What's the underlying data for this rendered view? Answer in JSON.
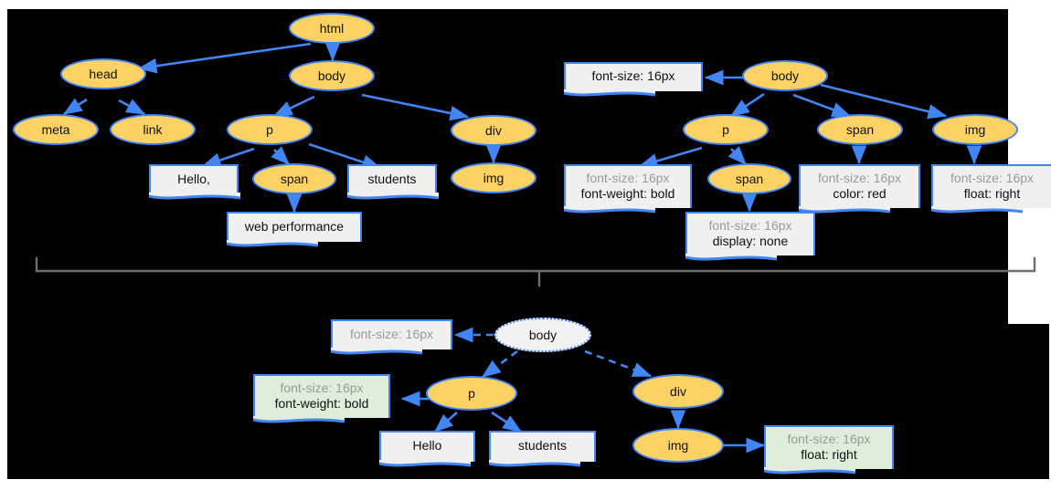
{
  "diagram": {
    "title_hidden": "",
    "colors": {
      "node_fill": "#FCD265",
      "node_stroke": "#4285F4",
      "box_fill": "#F0F0F0",
      "box_fill_green": "#DFEDDB",
      "inherited_text": "#9A9A9A",
      "own_text": "#111111",
      "canvas": "#000000",
      "brace": "#6E6E6E"
    },
    "trees": {
      "dom_tree": {
        "name": "dom-tree",
        "nodes": [
          {
            "id": "html",
            "label": "html",
            "type": "element"
          },
          {
            "id": "head",
            "label": "head",
            "type": "element"
          },
          {
            "id": "body",
            "label": "body",
            "type": "element"
          },
          {
            "id": "meta",
            "label": "meta",
            "type": "element"
          },
          {
            "id": "link",
            "label": "link",
            "type": "element"
          },
          {
            "id": "p",
            "label": "p",
            "type": "element"
          },
          {
            "id": "div",
            "label": "div",
            "type": "element"
          },
          {
            "id": "hello",
            "label": "Hello,",
            "type": "text"
          },
          {
            "id": "span",
            "label": "span",
            "type": "element"
          },
          {
            "id": "students",
            "label": "students",
            "type": "text"
          },
          {
            "id": "img",
            "label": "img",
            "type": "element"
          },
          {
            "id": "webperf",
            "label": "web performance",
            "type": "text"
          }
        ]
      },
      "cssom_tree": {
        "name": "cssom-tree",
        "nodes": [
          {
            "id": "body",
            "label": "body",
            "type": "element"
          },
          {
            "id": "p",
            "label": "p",
            "type": "element"
          },
          {
            "id": "span1",
            "label": "span",
            "type": "element"
          },
          {
            "id": "span2",
            "label": "span",
            "type": "element"
          },
          {
            "id": "img",
            "label": "img",
            "type": "element"
          }
        ],
        "style_boxes": [
          {
            "id": "body-style",
            "inherited": "font-size: 16px",
            "own": ""
          },
          {
            "id": "p-style",
            "inherited": "font-size: 16px",
            "own": "font-weight: bold"
          },
          {
            "id": "span1-style",
            "inherited": "font-size: 16px",
            "own": "display: none"
          },
          {
            "id": "span2-style",
            "inherited": "font-size: 16px",
            "own": "color: red"
          },
          {
            "id": "img-style",
            "inherited": "font-size: 16px",
            "own": "float: right"
          }
        ]
      },
      "render_tree": {
        "name": "render-tree",
        "nodes": [
          {
            "id": "body",
            "label": "body",
            "type": "ghost"
          },
          {
            "id": "p",
            "label": "p",
            "type": "element"
          },
          {
            "id": "div",
            "label": "div",
            "type": "element"
          },
          {
            "id": "img",
            "label": "img",
            "type": "element"
          },
          {
            "id": "hello",
            "label": "Hello",
            "type": "text"
          },
          {
            "id": "students",
            "label": "students",
            "type": "text"
          }
        ],
        "style_boxes": [
          {
            "id": "body-style",
            "inherited": "font-size: 16px",
            "own": "",
            "variant": "plain"
          },
          {
            "id": "p-style",
            "inherited": "font-size: 16px",
            "own": "font-weight: bold",
            "variant": "green"
          },
          {
            "id": "img-style",
            "inherited": "font-size: 16px",
            "own": "float: right",
            "variant": "green"
          }
        ]
      }
    },
    "brace": {
      "name": "combining-brace"
    }
  }
}
